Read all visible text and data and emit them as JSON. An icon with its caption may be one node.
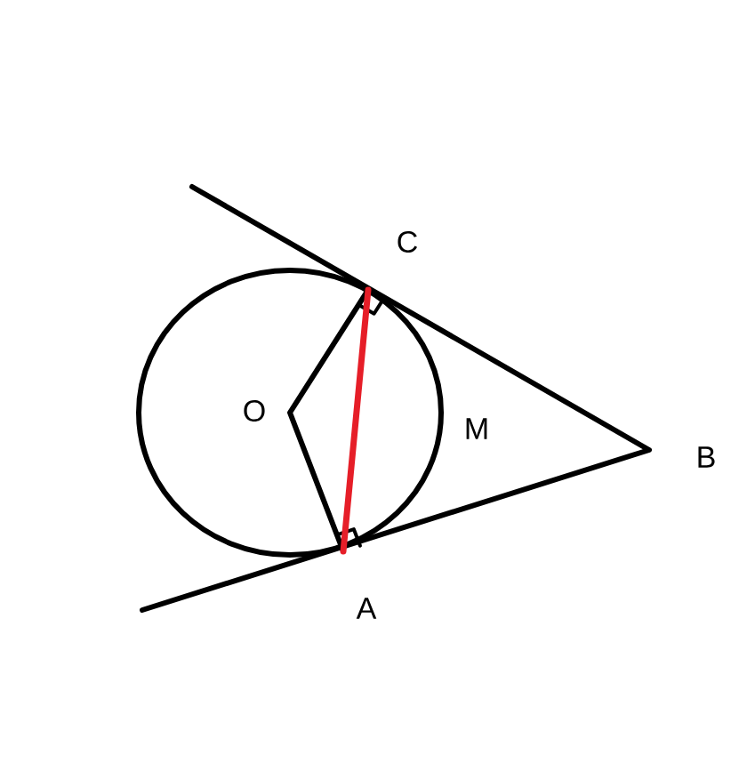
{
  "diagram": {
    "labels": [
      "C",
      "O",
      "M",
      "B",
      "A"
    ]
  }
}
